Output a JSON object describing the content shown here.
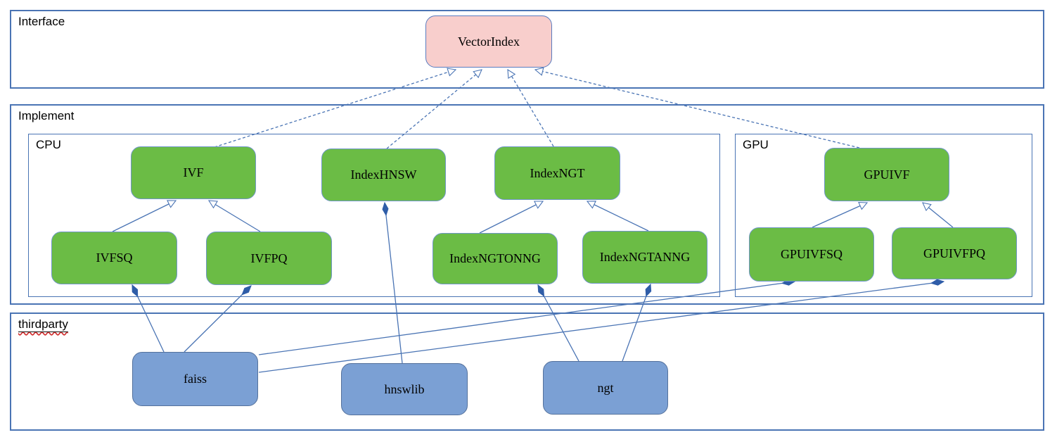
{
  "diagram": {
    "containers": {
      "interface": {
        "label": "Interface"
      },
      "implement": {
        "label": "Implement"
      },
      "cpu": {
        "label": "CPU"
      },
      "gpu": {
        "label": "GPU"
      },
      "thirdparty": {
        "label": "thirdparty"
      }
    },
    "nodes": {
      "vector_index": {
        "label": "VectorIndex",
        "kind": "interface",
        "container": "interface"
      },
      "ivf": {
        "label": "IVF",
        "kind": "class",
        "container": "cpu"
      },
      "index_hnsw": {
        "label": "IndexHNSW",
        "kind": "class",
        "container": "cpu"
      },
      "index_ngt": {
        "label": "IndexNGT",
        "kind": "class",
        "container": "cpu"
      },
      "ivfsq": {
        "label": "IVFSQ",
        "kind": "class",
        "container": "cpu"
      },
      "ivfpq": {
        "label": "IVFPQ",
        "kind": "class",
        "container": "cpu"
      },
      "index_ngtonng": {
        "label": "IndexNGTONNG",
        "kind": "class",
        "container": "cpu"
      },
      "index_ngtanng": {
        "label": "IndexNGTANNG",
        "kind": "class",
        "container": "cpu"
      },
      "gpuivf": {
        "label": "GPUIVF",
        "kind": "class",
        "container": "gpu"
      },
      "gpuivfsq": {
        "label": "GPUIVFSQ",
        "kind": "class",
        "container": "gpu"
      },
      "gpuivfpq": {
        "label": "GPUIVFPQ",
        "kind": "class",
        "container": "gpu"
      },
      "faiss": {
        "label": "faiss",
        "kind": "library",
        "container": "thirdparty"
      },
      "hnswlib": {
        "label": "hnswlib",
        "kind": "library",
        "container": "thirdparty"
      },
      "ngt": {
        "label": "ngt",
        "kind": "library",
        "container": "thirdparty"
      }
    },
    "edges": [
      {
        "from": "ivf",
        "to": "vector_index",
        "type": "realization-dashed-hollow-arrow"
      },
      {
        "from": "index_hnsw",
        "to": "vector_index",
        "type": "realization-dashed-hollow-arrow"
      },
      {
        "from": "index_ngt",
        "to": "vector_index",
        "type": "realization-dashed-hollow-arrow"
      },
      {
        "from": "gpuivf",
        "to": "vector_index",
        "type": "realization-dashed-hollow-arrow"
      },
      {
        "from": "ivfsq",
        "to": "ivf",
        "type": "inheritance-hollow-arrow"
      },
      {
        "from": "ivfpq",
        "to": "ivf",
        "type": "inheritance-hollow-arrow"
      },
      {
        "from": "index_ngtonng",
        "to": "index_ngt",
        "type": "inheritance-hollow-arrow"
      },
      {
        "from": "index_ngtanng",
        "to": "index_ngt",
        "type": "inheritance-hollow-arrow"
      },
      {
        "from": "gpuivfsq",
        "to": "gpuivf",
        "type": "inheritance-hollow-arrow"
      },
      {
        "from": "gpuivfpq",
        "to": "gpuivf",
        "type": "inheritance-hollow-arrow"
      },
      {
        "from": "hnswlib",
        "to": "index_hnsw",
        "type": "composition-filled-diamond"
      },
      {
        "from": "faiss",
        "to": "ivfsq",
        "type": "composition-filled-diamond"
      },
      {
        "from": "faiss",
        "to": "ivfpq",
        "type": "composition-filled-diamond"
      },
      {
        "from": "faiss",
        "to": "gpuivfsq",
        "type": "composition-filled-diamond"
      },
      {
        "from": "faiss",
        "to": "gpuivfpq",
        "type": "composition-filled-diamond"
      },
      {
        "from": "ngt",
        "to": "index_ngtonng",
        "type": "composition-filled-diamond"
      },
      {
        "from": "ngt",
        "to": "index_ngtanng",
        "type": "composition-filled-diamond"
      }
    ],
    "colors": {
      "interface_fill": "#f8cecc",
      "class_fill": "#6bbc45",
      "library_fill": "#7ba0d4",
      "line": "#4a74b4",
      "diamond_fill": "#2f5da8",
      "spellcheck_underline": "#d03030"
    }
  }
}
